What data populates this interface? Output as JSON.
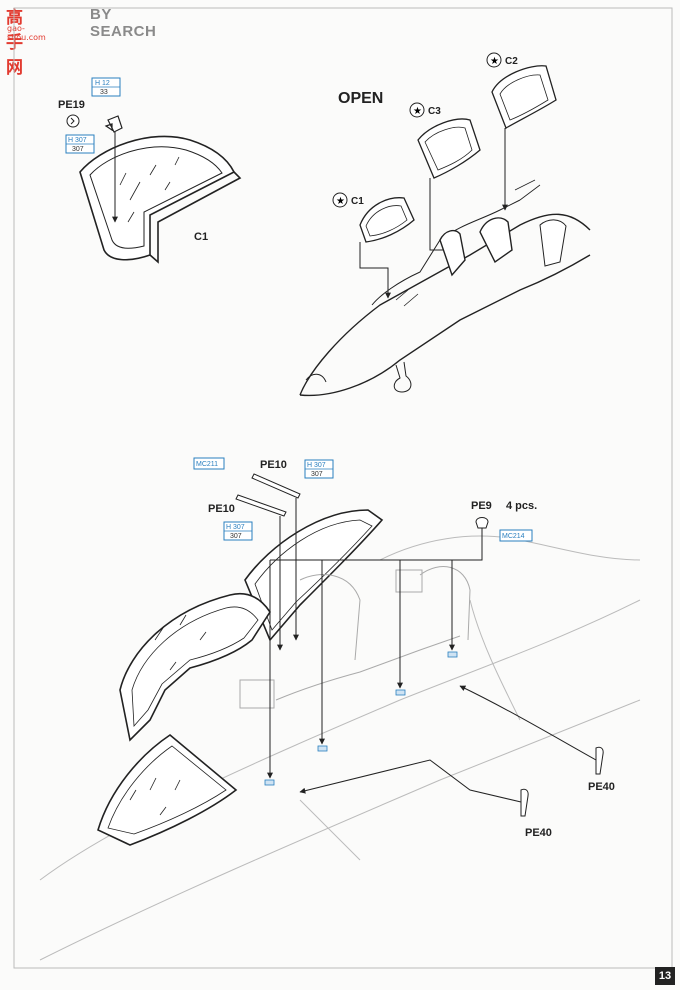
{
  "watermark": {
    "logo": "高手网",
    "search": "BY SEARCH",
    "site": "gao-shou.com"
  },
  "page_number": "13",
  "upper_step": {
    "open_label": "OPEN",
    "part_pe19": "PE19",
    "h12_top": "H 12",
    "h12_bottom": "33",
    "h307_top": "H 307",
    "h307_bottom": "307",
    "canopy_c1": "C1",
    "c1_label": "C1",
    "c2_label": "C2",
    "c3_label": "C3"
  },
  "lower_step": {
    "pe10_upper": "PE10",
    "pe10_lower": "PE10",
    "mc211": "MC211",
    "mc214": "MC214",
    "h307a_top": "H 307",
    "h307a_bottom": "307",
    "h307b_top": "H 307",
    "h307b_bottom": "307",
    "pe9": "PE9",
    "pe9_qty": "4 pcs.",
    "pe40_right": "PE40",
    "pe40_lower": "PE40"
  },
  "colors": {
    "line": "#222222",
    "callout_blue": "#2a7fbf",
    "watermark_red": "#e23a2f"
  }
}
